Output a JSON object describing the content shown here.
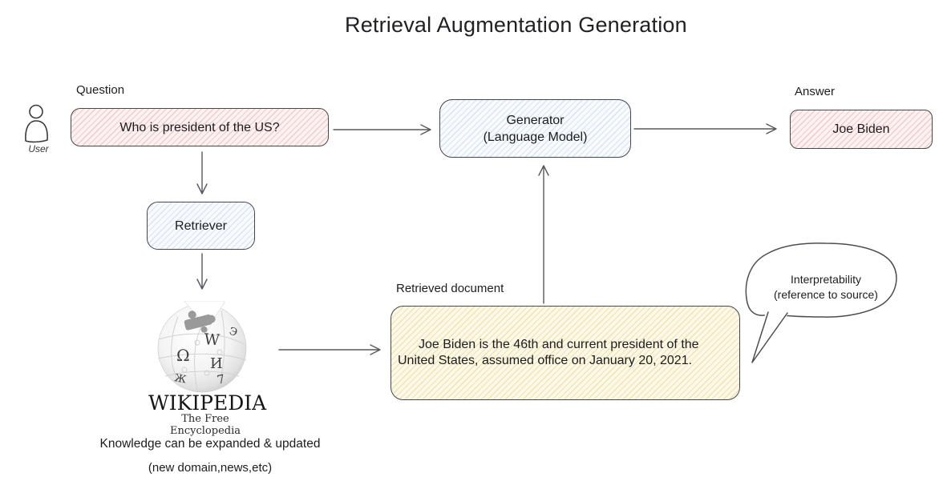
{
  "title": "Retrieval Augmentation Generation",
  "user": {
    "label": "User",
    "icon": "user-icon"
  },
  "flow": {
    "question_label": "Question",
    "question_text": "Who is president of the US?",
    "generator_line1": "Generator",
    "generator_line2": "(Language Model)",
    "answer_label": "Answer",
    "answer_text": "Joe Biden",
    "retriever_text": "Retriever",
    "document_label": "Retrieved document",
    "document_text": "Joe Biden is the 46th and current president of the United States, assumed office on January 20, 2021."
  },
  "wikipedia": {
    "icon": "wikipedia-globe-icon",
    "wordmark": "WIKIPEDIA",
    "tagline": "The Free Encyclopedia",
    "note_line1": "Knowledge can be expanded & updated",
    "note_line2": "(new domain,news,etc)"
  },
  "bubble": {
    "line1": "Interpretability",
    "line2": "(reference to source)"
  },
  "colors": {
    "question_fill": "#FDF2F1",
    "question_hatch": "#DE7D7D",
    "generator_fill": "#F9FBFE",
    "generator_hatch": "#82AFDC",
    "document_fill": "#FDF9E8",
    "document_hatch": "#DBBA5A",
    "box_stroke": "#44474B",
    "arrow_stroke": "#56595E",
    "text": "#1C1C1E"
  }
}
